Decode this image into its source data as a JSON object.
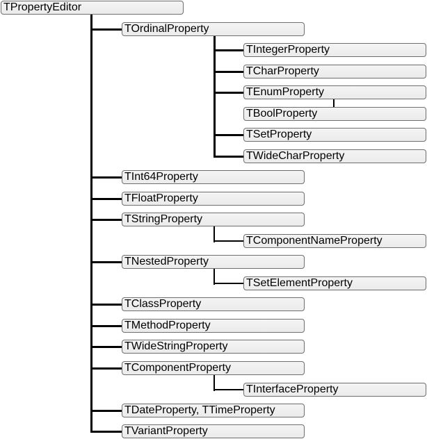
{
  "diagram": {
    "root": {
      "id": "root",
      "label": "TPropertyEditor"
    },
    "children": [
      {
        "id": "ordinal",
        "label": "TOrdinalProperty",
        "children": [
          {
            "id": "integer",
            "label": "TIntegerProperty"
          },
          {
            "id": "char",
            "label": "TCharProperty"
          },
          {
            "id": "enum",
            "label": "TEnumProperty",
            "children": [
              {
                "id": "bool",
                "label": "TBoolProperty"
              }
            ]
          },
          {
            "id": "set",
            "label": "TSetProperty"
          },
          {
            "id": "widechar",
            "label": "TWideCharProperty"
          }
        ]
      },
      {
        "id": "int64",
        "label": "TInt64Property"
      },
      {
        "id": "float",
        "label": "TFloatProperty"
      },
      {
        "id": "string",
        "label": "TStringProperty",
        "children": [
          {
            "id": "componentname",
            "label": "TComponentNameProperty"
          }
        ]
      },
      {
        "id": "nested",
        "label": "TNestedProperty",
        "children": [
          {
            "id": "setelement",
            "label": "TSetElementProperty"
          }
        ]
      },
      {
        "id": "class",
        "label": "TClassProperty"
      },
      {
        "id": "method",
        "label": "TMethodProperty"
      },
      {
        "id": "widestring",
        "label": "TWideStringProperty"
      },
      {
        "id": "component",
        "label": "TComponentProperty",
        "children": [
          {
            "id": "interface",
            "label": "TInterfaceProperty"
          }
        ]
      },
      {
        "id": "datetime",
        "label": "TDateProperty, TTimeProperty"
      },
      {
        "id": "variant",
        "label": "TVariantProperty"
      }
    ]
  }
}
